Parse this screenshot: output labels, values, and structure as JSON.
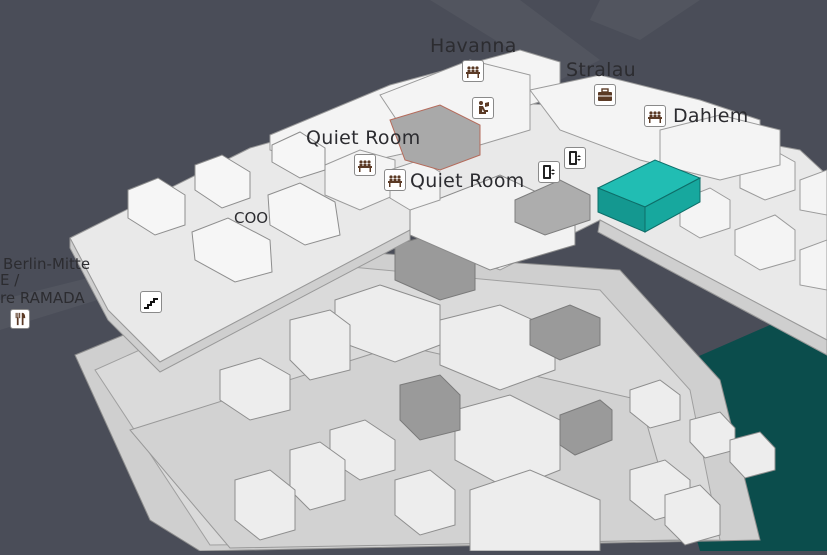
{
  "map": {
    "labels": {
      "havanna": "Havanna",
      "stralau": "Stralau",
      "dahlem": "Dahlem",
      "quiet_room_1": "Quiet Room",
      "quiet_room_2": "Quiet Room",
      "coo": "COO",
      "berlin_mitte": "Berlin-Mitte",
      "e_slash": "E /",
      "ramada": "re RAMADA"
    },
    "icons": {
      "meeting": "meeting-room-icon",
      "briefcase": "office-icon",
      "reading": "person-reading-icon",
      "elevator": "elevator-icon",
      "stairs": "stairs-icon",
      "restaurant": "restaurant-icon"
    },
    "colors": {
      "background": "#4a4d58",
      "floor": "#e6e6e6",
      "highlight_room": "#17a89e",
      "dark_green_area": "#0b4d4c"
    }
  }
}
